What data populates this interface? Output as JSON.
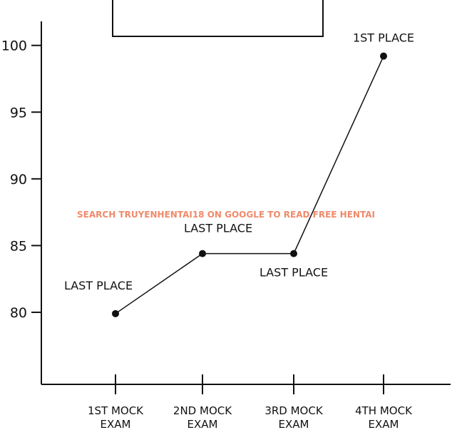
{
  "chart_data": {
    "type": "line",
    "categories": [
      [
        "1ST MOCK",
        "EXAM"
      ],
      [
        "2ND MOCK",
        "EXAM"
      ],
      [
        "3RD MOCK",
        "EXAM"
      ],
      [
        "4TH MOCK",
        "EXAM"
      ]
    ],
    "values": [
      79.9,
      84.4,
      84.4,
      99.2
    ],
    "point_labels": [
      "LAST PLACE",
      "LAST PLACE",
      "LAST PLACE",
      "1ST PLACE"
    ],
    "yticks": [
      80,
      85,
      90,
      95,
      100
    ],
    "ylim": [
      74.6,
      101.8
    ],
    "grid": false,
    "legend": "none",
    "line_color": "#111111",
    "title": "",
    "xlabel": "",
    "ylabel": ""
  },
  "watermark": {
    "text": "SEARCH TRUYENHENTAI18 ON GOOGLE TO READ FREE HENTAI",
    "color": "#f08a6a"
  }
}
